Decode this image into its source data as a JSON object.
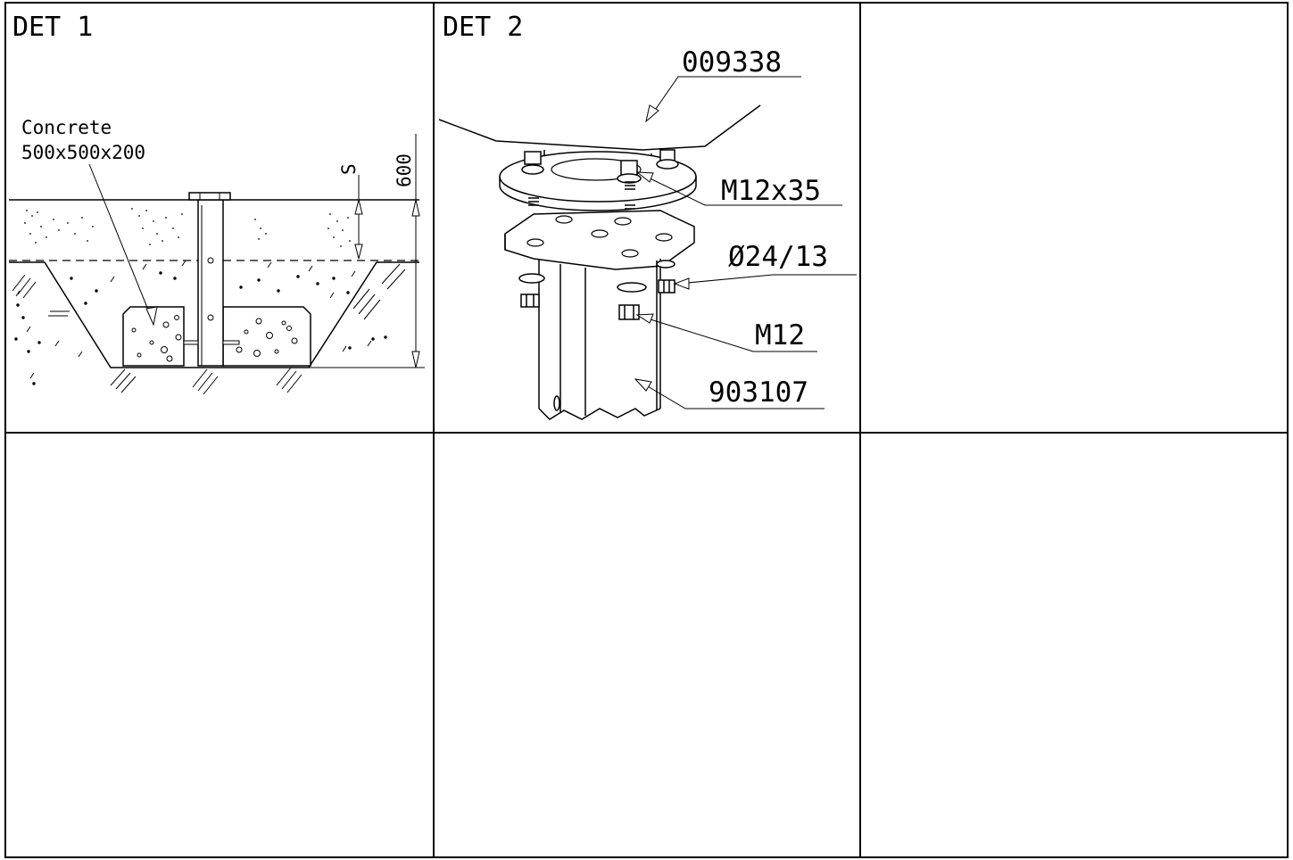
{
  "det1": {
    "title": "DET 1",
    "concrete_label_line1": "Concrete",
    "concrete_label_line2": "500x500x200",
    "dim_s": "S",
    "dim_600": "600"
  },
  "det2": {
    "title": "DET 2",
    "callouts": {
      "cover": "009338",
      "bolt": "M12x35",
      "washer": "Ø24/13",
      "nut": "M12",
      "post": "903107"
    }
  }
}
